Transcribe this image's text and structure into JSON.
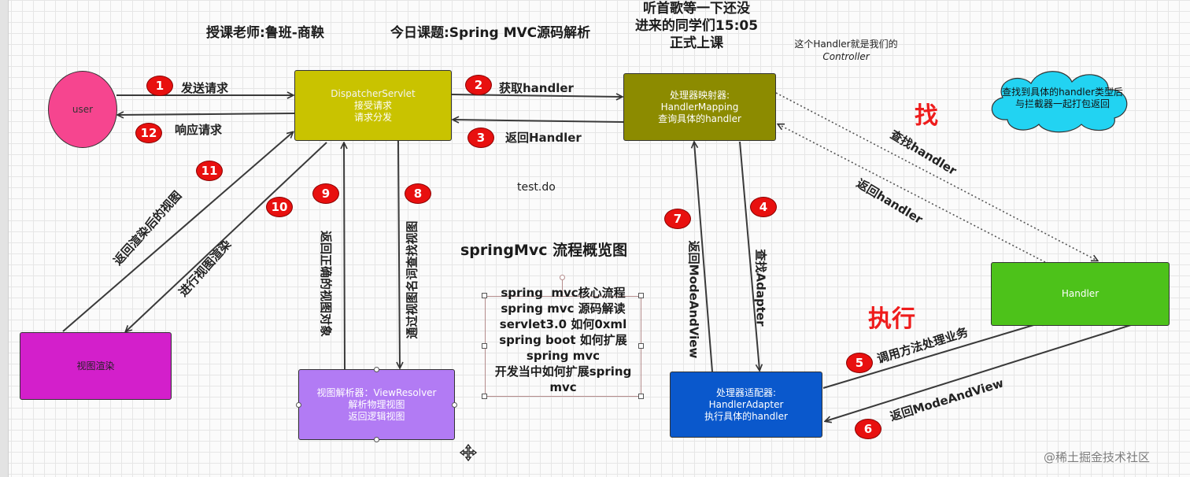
{
  "titles": {
    "teacher": "授课老师:鲁班-商鞅",
    "topic": "今日课题:Spring MVC源码解析",
    "notice_lines": [
      "听首歌等一下还没",
      "进来的同学们15:05",
      "正式上课"
    ],
    "diagram_title": "springMvc 流程概览图"
  },
  "note_handler": [
    "这个Handler就是我们的",
    "Controller"
  ],
  "cloud_text": [
    "查找到具体的handler类型后",
    "与拦截器一起打包返回"
  ],
  "nodes": {
    "user": "user",
    "dispatcher": [
      "DispatcherServlet",
      "接受请求",
      "请求分发"
    ],
    "mapping": [
      "处理器映射器:",
      "HandlerMapping",
      "查询具体的handler"
    ],
    "handler": "Handler",
    "adapter": [
      "处理器适配器:",
      "HandlerAdapter",
      "执行具体的handler"
    ],
    "view_resolver": [
      "视图解析器：ViewResolver",
      "解析物理视图",
      "返回逻辑视图"
    ],
    "view_render": "视图渲染"
  },
  "steps": {
    "s1": {
      "num": "1",
      "label": "发送请求"
    },
    "s2": {
      "num": "2",
      "label": "获取handler"
    },
    "s3": {
      "num": "3",
      "label": "返回Handler"
    },
    "s4": {
      "num": "4",
      "label": "查找Adapter"
    },
    "s5": {
      "num": "5",
      "label": "调用方法处理业务"
    },
    "s6": {
      "num": "6",
      "label": "返回ModeAndView"
    },
    "s7": {
      "num": "7",
      "label": "返回ModeAndView"
    },
    "s8": {
      "num": "8",
      "label": "通过视图名词查找视图"
    },
    "s9": {
      "num": "9",
      "label": "返回正确的视图对象"
    },
    "s10": {
      "num": "10",
      "label": "进行视图渲染"
    },
    "s11": {
      "num": "11",
      "label": "返回渲染后的视图"
    },
    "s12": {
      "num": "12",
      "label": "响应请求"
    }
  },
  "dotted": {
    "find": "查找handler",
    "back": "返回handler"
  },
  "big_find": "找",
  "big_exec": "执行",
  "test_label": "test.do",
  "list_box": [
    "spring  mvc核心流程",
    "spring mvc 源码解读",
    "servlet3.0 如何0xml",
    "spring boot 如何扩展",
    "spring mvc",
    "开发当中如何扩展spring",
    "mvc"
  ],
  "watermark": "@稀土掘金技术社区",
  "colors": {
    "user": "#f6458f",
    "dispatcher": "#c9c300",
    "mapping": "#8c8b00",
    "handler": "#4dc21a",
    "adapter": "#0a58cc",
    "view_resolver": "#b27bf4",
    "view_render": "#d31fcb",
    "badge": "#e8100f",
    "cloud": "#22d3f2",
    "accent_red": "#ee1c1c"
  }
}
